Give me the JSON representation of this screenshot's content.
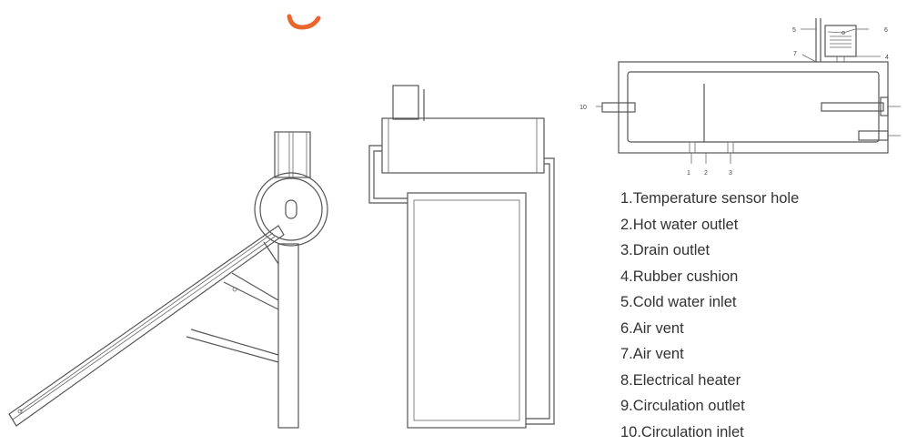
{
  "callouts": [
    "1",
    "2",
    "3",
    "4",
    "5",
    "6",
    "7",
    "10"
  ],
  "legend": [
    "1.Temperature sensor hole",
    "2.Hot water outlet",
    "3.Drain outlet",
    "4.Rubber cushion",
    "5.Cold water inlet",
    "6.Air vent",
    "7.Air vent",
    "8.Electrical heater",
    "9.Circulation outlet",
    "10.Circulation inlet"
  ],
  "colors": {
    "line": "#555555",
    "accent": "#e8652b",
    "text": "#333333"
  }
}
